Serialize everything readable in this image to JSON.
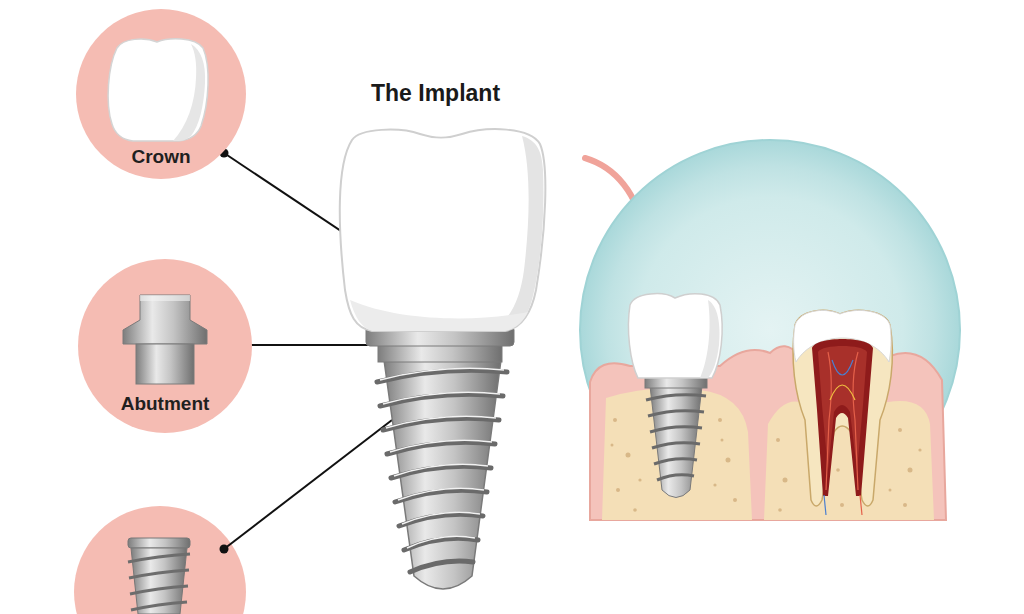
{
  "diagram": {
    "title": "The Implant",
    "nodes": [
      {
        "text": [
          "Crown"
        ]
      },
      {
        "text": [
          "Abutment"
        ]
      }
    ]
  }
}
